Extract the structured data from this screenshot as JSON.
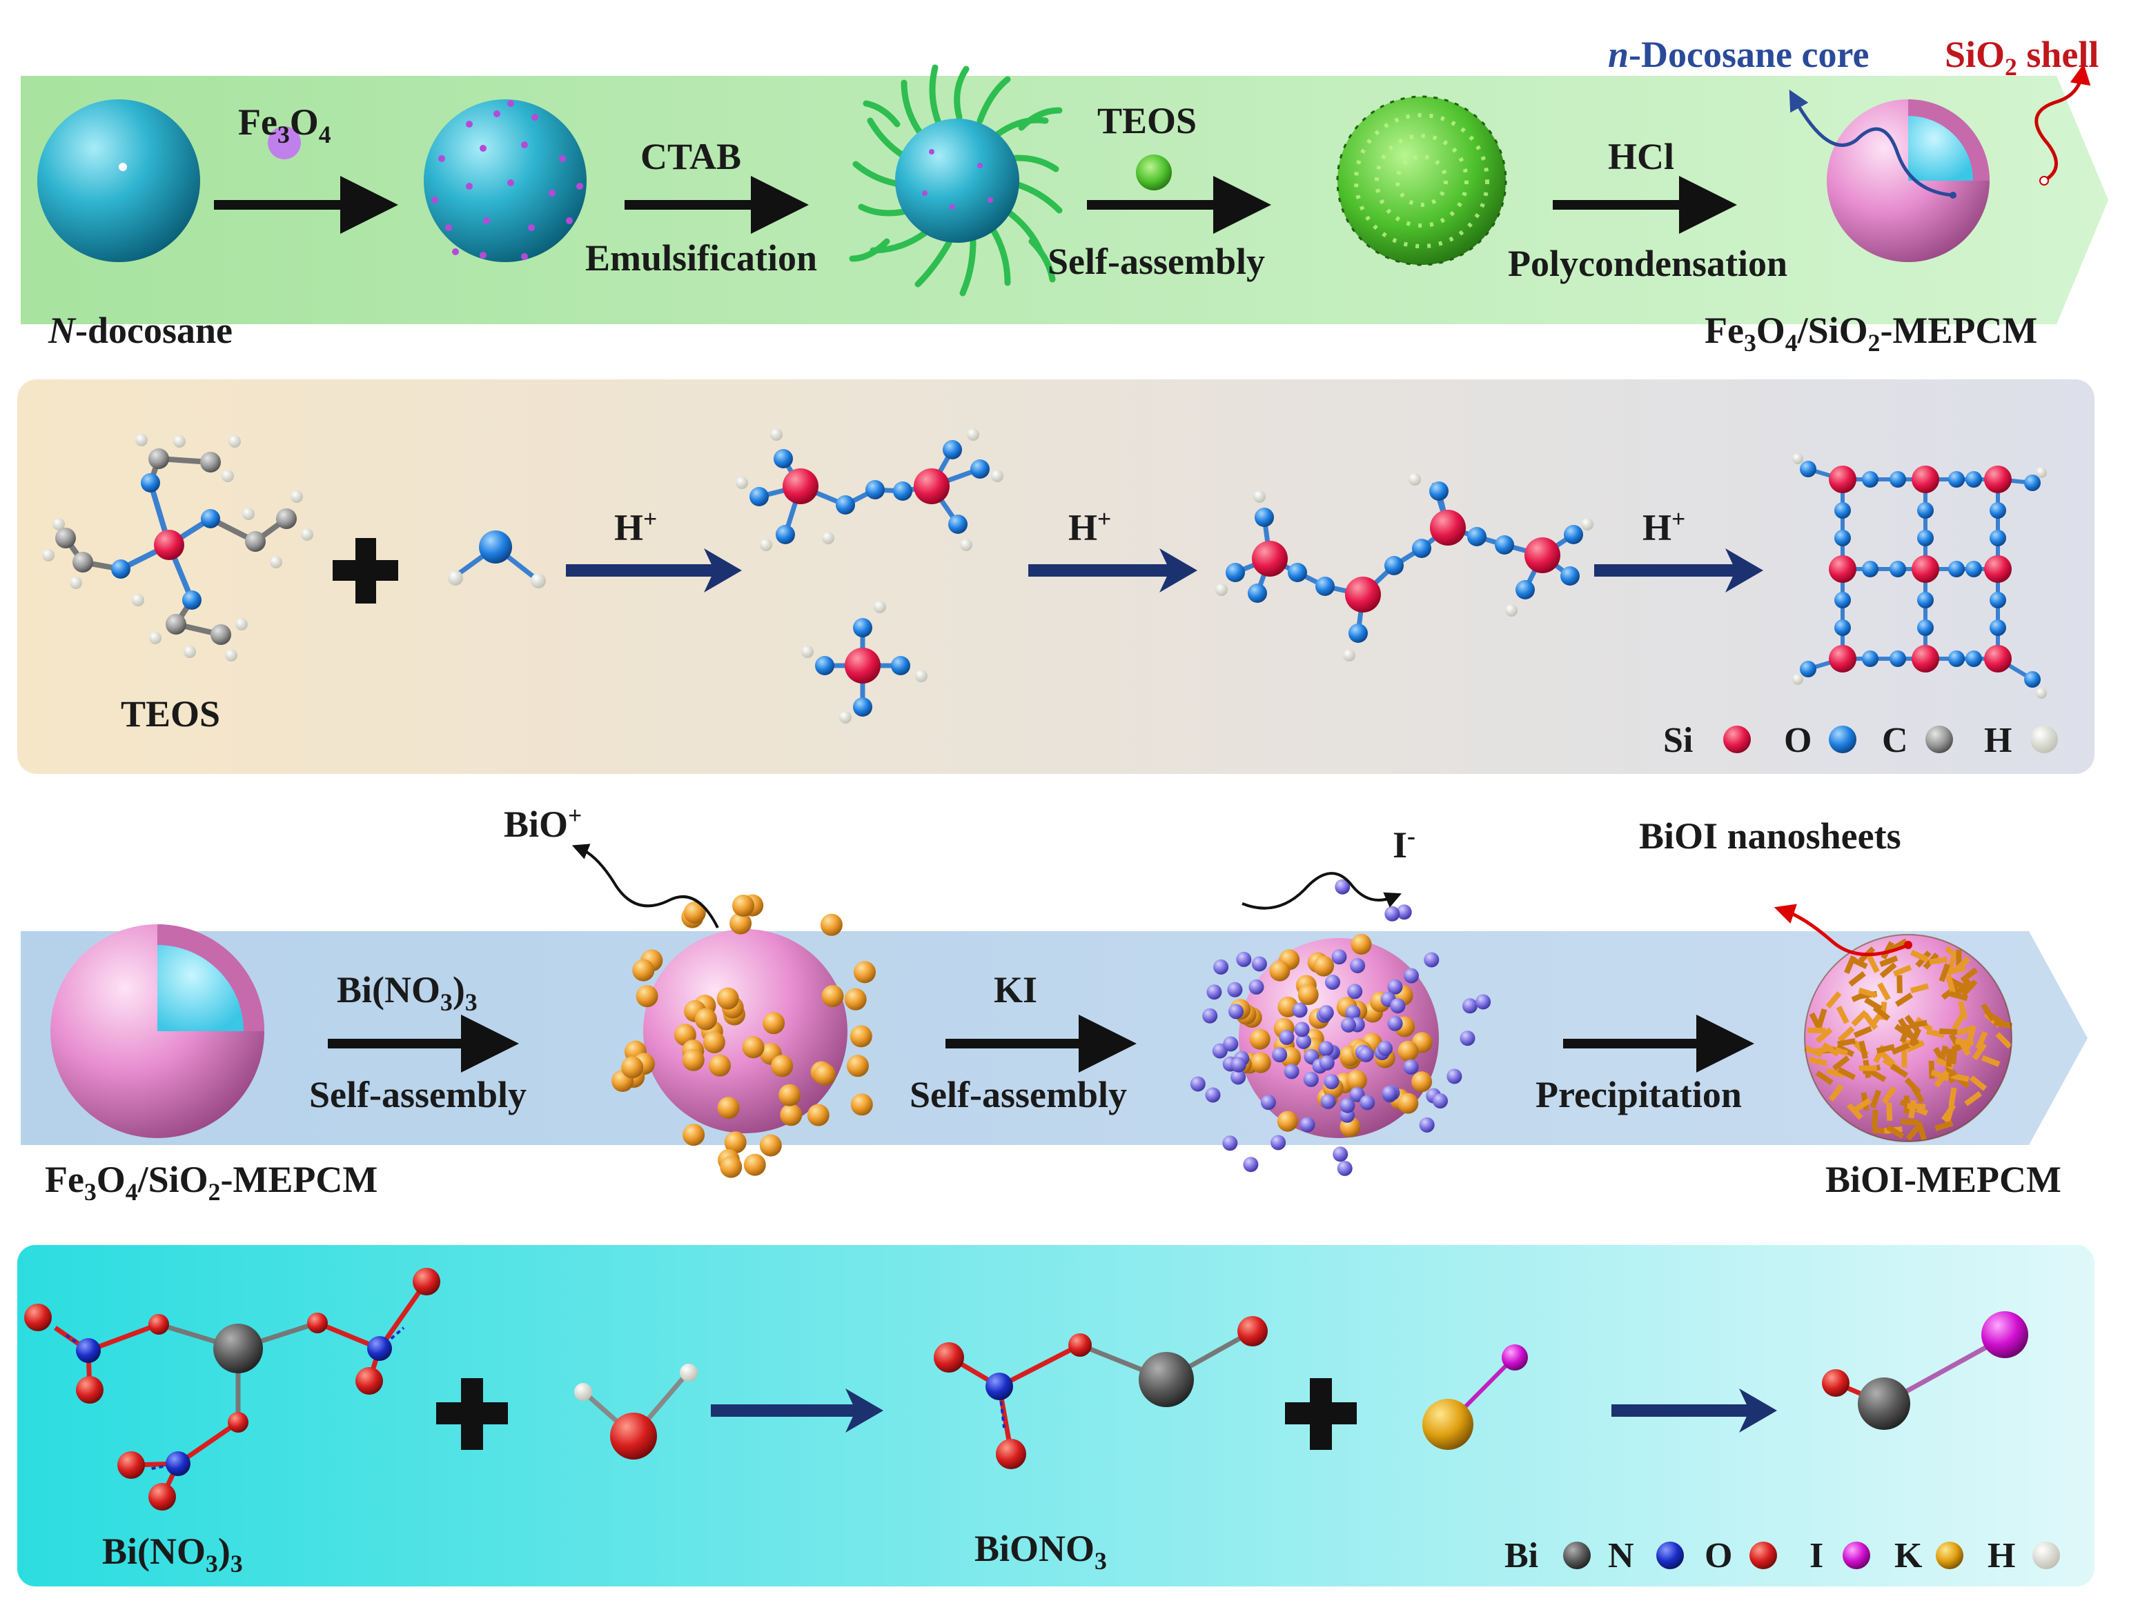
{
  "colors": {
    "panel1_bg": "#bfe9b9",
    "panel2_bg": "#f2ead9",
    "panel3_bg": "#bdd6ea",
    "panel4_bg": "#43e3e3",
    "arrow_black": "#111111",
    "arrow_navy": "#1c3170",
    "si_atom": "#e6194b",
    "o_atom": "#1e7fe0",
    "c_atom": "#9a9a9a",
    "h_atom": "#f4f4ea",
    "bi_atom": "#5a5a5a",
    "n_atom": "#1a2ec8",
    "o_atom_red": "#d81e1e",
    "i_atom": "#d010d0",
    "k_atom": "#e0a010",
    "docosane_sphere": "#2fb4d0",
    "sio2_shell": "#e88fd0",
    "bio_plus": "#f0a030",
    "iodide": "#7a6fe0",
    "fe3o4_dot": "#b070e0",
    "teos_dot": "#5ec030",
    "ctab": "#2ebd50"
  },
  "panel1": {
    "start_label": "-docosane",
    "start_label_italic": "N",
    "step1_reagent": "Fe",
    "step1_reagent_sub1": "3",
    "step1_reagent_mid": "O",
    "step1_reagent_sub2": "4",
    "step2_reagent": "CTAB",
    "step2_process": "Emulsification",
    "step3_reagent": "TEOS",
    "step3_process": "Self-assembly",
    "step4_reagent": "HCl",
    "step4_process": "Polycondensation",
    "core_label_italic": "n",
    "core_label": "-Docosane core",
    "shell_label_a": "SiO",
    "shell_label_sub": "2",
    "shell_label_b": " shell",
    "product_a": "Fe",
    "product_sub1": "3",
    "product_b": "O",
    "product_sub2": "4",
    "product_c": "/SiO",
    "product_sub3": "2",
    "product_d": "-MEPCM"
  },
  "panel2": {
    "reactant": "TEOS",
    "acid_1": "H",
    "acid_2": "H",
    "acid_3": "H",
    "acid_sup": "+",
    "legend_si": "Si",
    "legend_o": "O",
    "legend_c": "C",
    "legend_h": "H"
  },
  "panel3": {
    "start_a": "Fe",
    "start_sub1": "3",
    "start_b": "O",
    "start_sub2": "4",
    "start_c": "/SiO",
    "start_sub3": "2",
    "start_d": "-MEPCM",
    "step1_reagent_a": "Bi(NO",
    "step1_reagent_sub": "3",
    "step1_reagent_b": ")",
    "step1_reagent_sub2": "3",
    "step1_process": "Self-assembly",
    "ion1_label": "BiO",
    "ion1_sup": "+",
    "step2_reagent": "KI",
    "step2_process": "Self-assembly",
    "ion2_label": "I",
    "ion2_sup": "-",
    "step3_process": "Precipitation",
    "sheets_label": "BiOI nanosheets",
    "product": "BiOI-MEPCM"
  },
  "panel4": {
    "reactant_a": "Bi(NO",
    "reactant_sub": "3",
    "reactant_b": ")",
    "reactant_sub2": "3",
    "intermediate_a": "BiONO",
    "intermediate_sub": "3",
    "legend_bi": "Bi",
    "legend_n": "N",
    "legend_o": "O",
    "legend_i": "I",
    "legend_k": "K",
    "legend_h": "H"
  }
}
